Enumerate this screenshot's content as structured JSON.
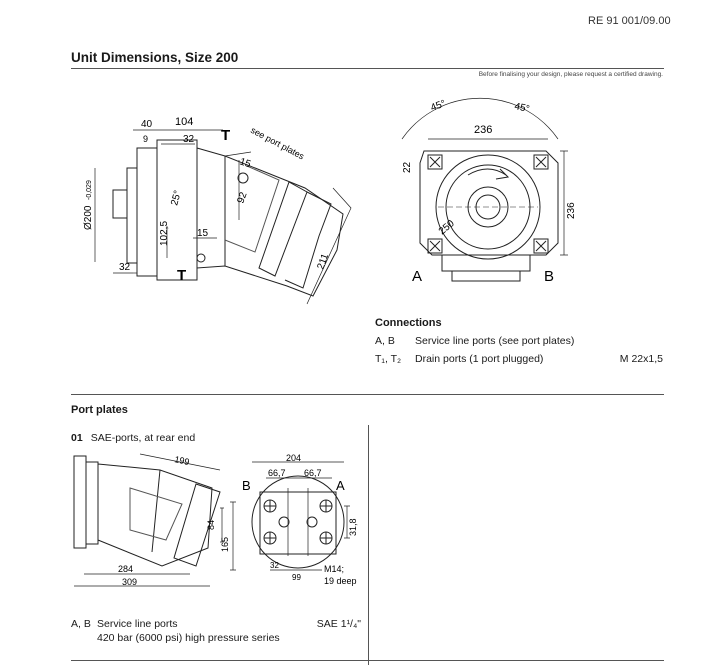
{
  "doc_ref": "RE 91 001/09.00",
  "section_title": "Unit Dimensions, Size 200",
  "drawing_note": "Before finalising your design, please request a certified drawing.",
  "side_view": {
    "dims": [
      "40",
      "104",
      "9",
      "32",
      "Ø200",
      "-0,029",
      "25°",
      "92",
      "102,5",
      "15",
      "15",
      "211",
      "32"
    ],
    "labels": [
      "T",
      "T"
    ],
    "callout": "see port plates"
  },
  "front_view": {
    "dims": [
      "45°",
      "45°",
      "236",
      "22",
      "250",
      "236"
    ],
    "labels": [
      "A",
      "B"
    ]
  },
  "connections": {
    "heading": "Connections",
    "rows": [
      {
        "key": "A, B",
        "desc": "Service line ports (see port plates)",
        "value": ""
      },
      {
        "key": "T₁, T₂",
        "desc": "Drain ports (1 port plugged)",
        "value": "M 22x1,5"
      }
    ]
  },
  "port_plates": {
    "heading": "Port plates",
    "item_number": "01",
    "item_label": "SAE-ports, at rear end",
    "side_dims": [
      "199",
      "84",
      "165",
      "284",
      "309"
    ],
    "plate_dims": [
      "204",
      "66,7",
      "66,7",
      "31,8",
      "32",
      "99",
      "M14;",
      "19 deep"
    ],
    "plate_labels": [
      "B",
      "A"
    ],
    "footer_key": "A, B",
    "footer_line1": "Service line ports",
    "footer_line2": "420 bar (6000 psi) high pressure series",
    "footer_value": "SAE 1¹/₄\""
  }
}
